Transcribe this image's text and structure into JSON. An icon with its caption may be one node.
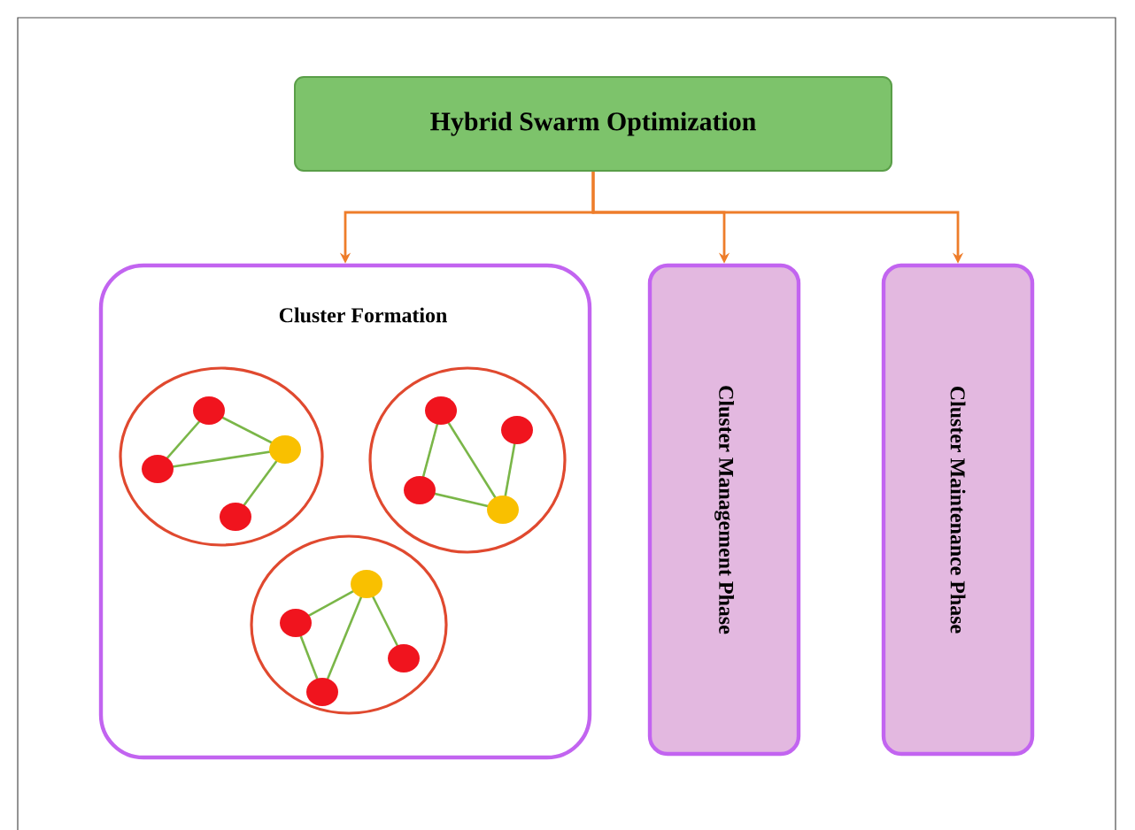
{
  "diagram": {
    "nodes": [
      {
        "text": [
          "Hybrid Swarm Optimization"
        ]
      },
      {
        "text": [
          "Cluster Formation"
        ]
      },
      {
        "text": [
          "Cluster Management Phase"
        ]
      },
      {
        "text": [
          "Cluster Maintenance Phase"
        ]
      },
      {
        "text": [],
        "shape": "circle",
        "in": 1
      },
      {
        "text": [],
        "shape": "circle",
        "in": 1
      },
      {
        "text": [],
        "shape": "circle",
        "in": 1
      }
    ],
    "edges": [
      {
        "from": 0,
        "to": 1,
        "arrow": "to"
      },
      {
        "from": 0,
        "to": 2,
        "arrow": "to"
      },
      {
        "from": 0,
        "to": 3,
        "arrow": "to"
      }
    ]
  }
}
